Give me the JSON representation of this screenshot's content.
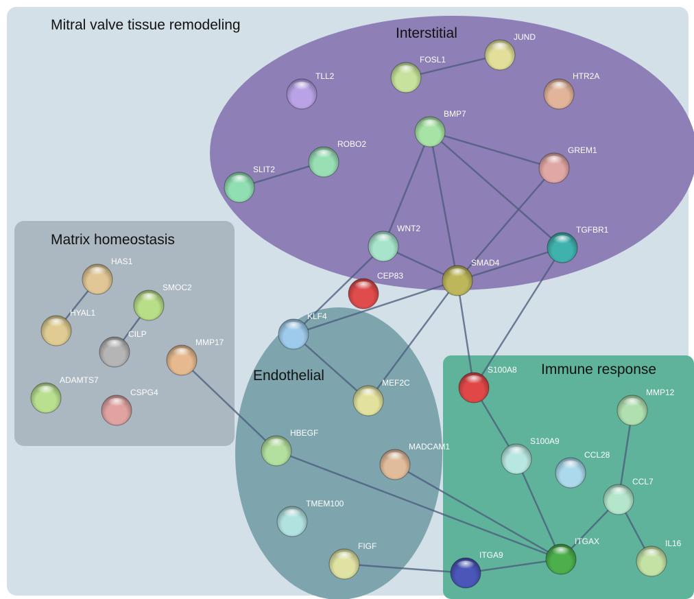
{
  "title": "Mitral valve tissue remodeling",
  "regions": {
    "interstitial": {
      "label": "Interstitial",
      "color": "#8e7fb7"
    },
    "matrix": {
      "label": "Matrix homeostasis",
      "color": "#abb7c1"
    },
    "endothelial": {
      "label": "Endothelial",
      "color": "#7ea5ae"
    },
    "immune": {
      "label": "Immune response",
      "color": "#5fb39b"
    }
  },
  "background_color": "#d3e0e7",
  "nodes": [
    {
      "id": "JUND",
      "label": "JUND",
      "color": "#e2df9a"
    },
    {
      "id": "FOSL1",
      "label": "FOSL1",
      "color": "#c6e29c"
    },
    {
      "id": "TLL2",
      "label": "TLL2",
      "color": "#b9a3e6"
    },
    {
      "id": "HTR2A",
      "label": "HTR2A",
      "color": "#e2b49a"
    },
    {
      "id": "BMP7",
      "label": "BMP7",
      "color": "#a6e3a4"
    },
    {
      "id": "ROBO2",
      "label": "ROBO2",
      "color": "#98dfb4"
    },
    {
      "id": "GREM1",
      "label": "GREM1",
      "color": "#e0a8a4"
    },
    {
      "id": "SLIT2",
      "label": "SLIT2",
      "color": "#90dfb2"
    },
    {
      "id": "WNT2",
      "label": "WNT2",
      "color": "#a8e4cc"
    },
    {
      "id": "TGFBR1",
      "label": "TGFBR1",
      "color": "#3fb2ad"
    },
    {
      "id": "SMAD4",
      "label": "SMAD4",
      "color": "#bdb65a"
    },
    {
      "id": "CEP83",
      "label": "CEP83",
      "color": "#e04b4b"
    },
    {
      "id": "HAS1",
      "label": "HAS1",
      "color": "#e2c796"
    },
    {
      "id": "SMOC2",
      "label": "SMOC2",
      "color": "#b9de88"
    },
    {
      "id": "HYAL1",
      "label": "HYAL1",
      "color": "#e0cc92"
    },
    {
      "id": "CILP",
      "label": "CILP",
      "color": "#b5b5b5"
    },
    {
      "id": "MMP17",
      "label": "MMP17",
      "color": "#e6b98f"
    },
    {
      "id": "KLF4",
      "label": "KLF4",
      "color": "#9ecbec"
    },
    {
      "id": "ADAMTS7",
      "label": "ADAMTS7",
      "color": "#b8e08f"
    },
    {
      "id": "CSPG4",
      "label": "CSPG4",
      "color": "#e0a3a1"
    },
    {
      "id": "MEF2C",
      "label": "MEF2C",
      "color": "#e2e29e"
    },
    {
      "id": "S100A8",
      "label": "S100A8",
      "color": "#e04848"
    },
    {
      "id": "MMP12",
      "label": "MMP12",
      "color": "#b1e0b0"
    },
    {
      "id": "HBEGF",
      "label": "HBEGF",
      "color": "#b3e09e"
    },
    {
      "id": "MADCAM1",
      "label": "MADCAM1",
      "color": "#e2bc9a"
    },
    {
      "id": "S100A9",
      "label": "S100A9",
      "color": "#b8e6e0"
    },
    {
      "id": "CCL28",
      "label": "CCL28",
      "color": "#acd9ec"
    },
    {
      "id": "CCL7",
      "label": "CCL7",
      "color": "#b4e6cc"
    },
    {
      "id": "TMEM100",
      "label": "TMEM100",
      "color": "#b2e2e0"
    },
    {
      "id": "FIGF",
      "label": "FIGF",
      "color": "#dfe2a2"
    },
    {
      "id": "ITGAX",
      "label": "ITGAX",
      "color": "#4caf4c"
    },
    {
      "id": "IL16",
      "label": "IL16",
      "color": "#c4e2a4"
    },
    {
      "id": "ITGA9",
      "label": "ITGA9",
      "color": "#4a56b8"
    }
  ],
  "edges": [
    {
      "source": "FOSL1",
      "target": "JUND"
    },
    {
      "source": "SLIT2",
      "target": "ROBO2"
    },
    {
      "source": "BMP7",
      "target": "GREM1"
    },
    {
      "source": "BMP7",
      "target": "WNT2"
    },
    {
      "source": "BMP7",
      "target": "SMAD4"
    },
    {
      "source": "BMP7",
      "target": "TGFBR1"
    },
    {
      "source": "GREM1",
      "target": "SMAD4"
    },
    {
      "source": "WNT2",
      "target": "SMAD4"
    },
    {
      "source": "WNT2",
      "target": "KLF4"
    },
    {
      "source": "TGFBR1",
      "target": "SMAD4"
    },
    {
      "source": "TGFBR1",
      "target": "S100A8"
    },
    {
      "source": "SMAD4",
      "target": "KLF4"
    },
    {
      "source": "SMAD4",
      "target": "MEF2C"
    },
    {
      "source": "SMAD4",
      "target": "S100A8"
    },
    {
      "source": "HAS1",
      "target": "HYAL1"
    },
    {
      "source": "SMOC2",
      "target": "CILP"
    },
    {
      "source": "KLF4",
      "target": "MEF2C"
    },
    {
      "source": "MMP17",
      "target": "HBEGF"
    },
    {
      "source": "HBEGF",
      "target": "ITGAX"
    },
    {
      "source": "MADCAM1",
      "target": "ITGAX"
    },
    {
      "source": "S100A8",
      "target": "S100A9"
    },
    {
      "source": "S100A9",
      "target": "ITGAX"
    },
    {
      "source": "MMP12",
      "target": "CCL7"
    },
    {
      "source": "CCL7",
      "target": "ITGAX"
    },
    {
      "source": "CCL7",
      "target": "IL16"
    },
    {
      "source": "FIGF",
      "target": "ITGA9"
    },
    {
      "source": "ITGA9",
      "target": "ITGAX"
    }
  ]
}
